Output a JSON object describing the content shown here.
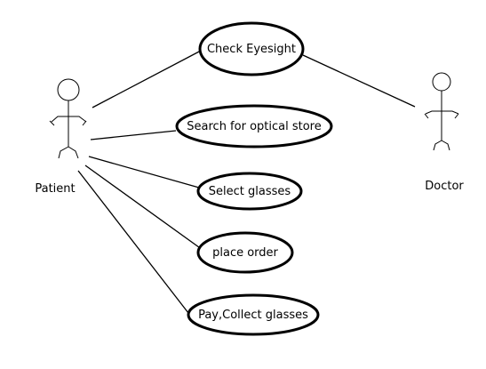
{
  "diagram": {
    "actors": {
      "patient": {
        "label": "Patient"
      },
      "doctor": {
        "label": "Doctor"
      }
    },
    "use_cases": [
      {
        "label": "Check Eyesight"
      },
      {
        "label": "Search for optical store"
      },
      {
        "label": "Select glasses"
      },
      {
        "label": "place order"
      },
      {
        "label": "Pay,Collect glasses"
      }
    ]
  }
}
